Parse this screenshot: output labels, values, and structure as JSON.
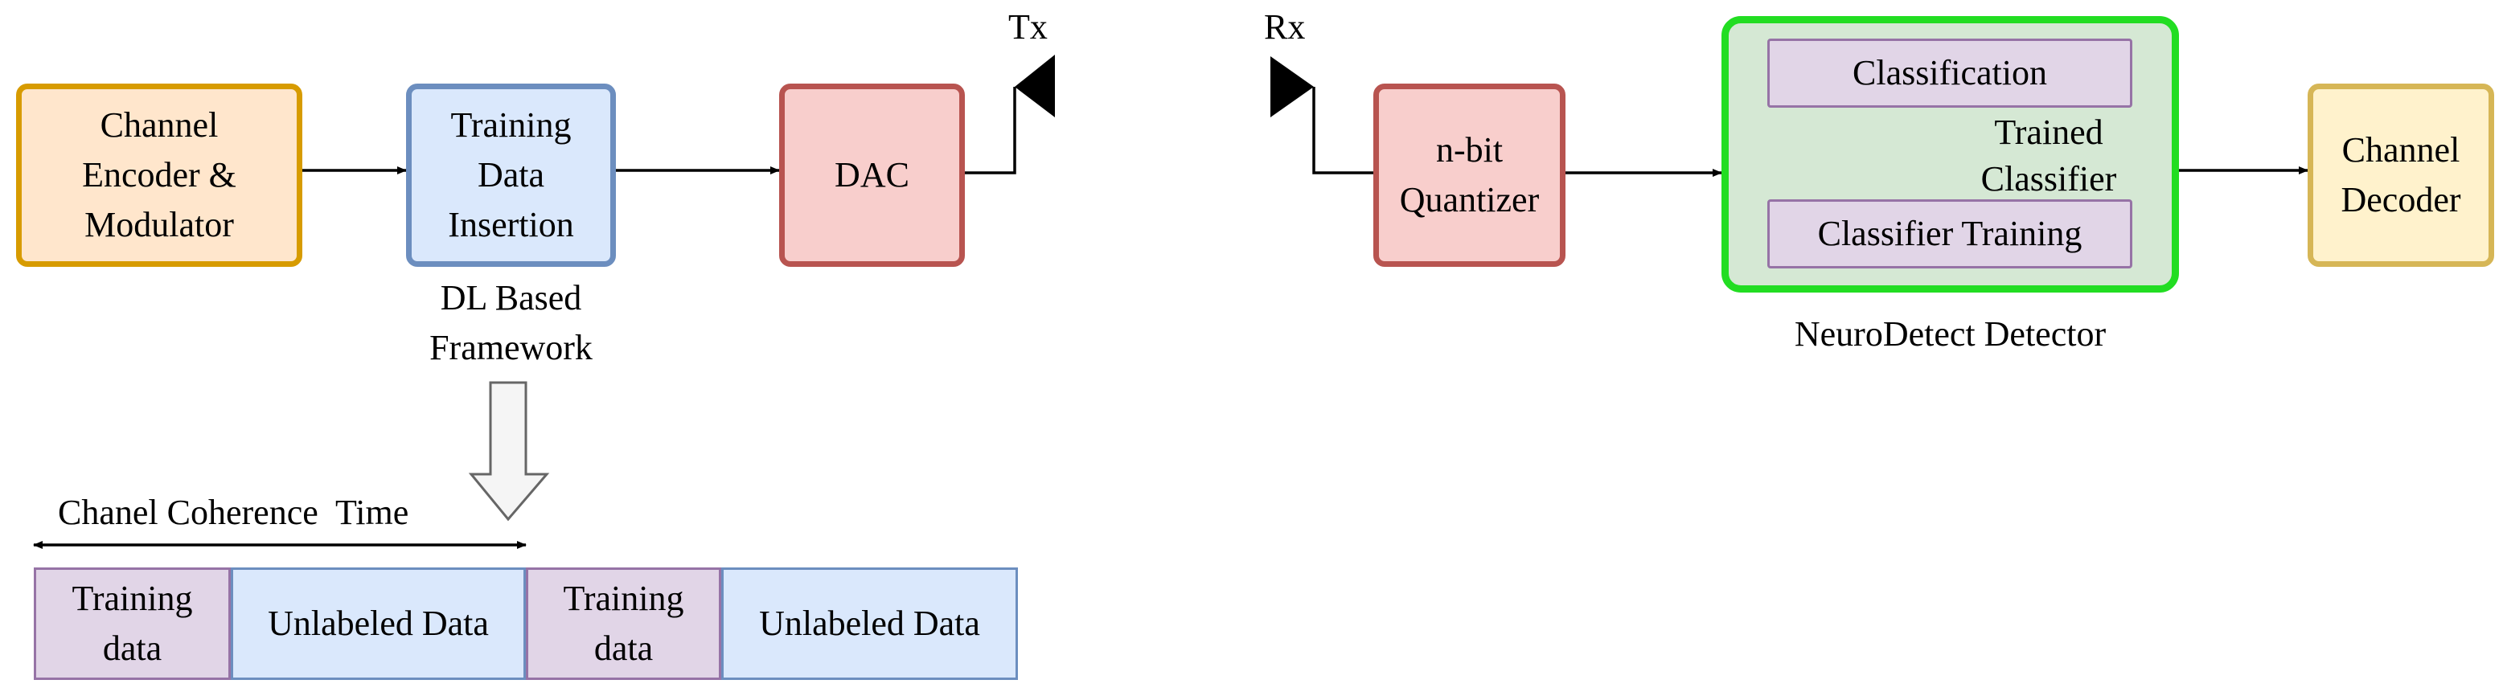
{
  "transmitter": {
    "encoder_label": "Channel\nEncoder &\nModulator",
    "training_insertion_label": "Training\nData\nInsertion",
    "framework_caption": "DL Based\nFramework",
    "dac_label": "DAC",
    "tx_label": "Tx"
  },
  "receiver": {
    "rx_label": "Rx",
    "quantizer_label": "n-bit\nQuantizer",
    "classification_label": "Classification",
    "trained_classifier_label": "Trained\nClassifier",
    "classifier_training_label": "Classifier Training",
    "detector_caption": "NeuroDetect Detector",
    "decoder_label": "Channel\nDecoder"
  },
  "frame": {
    "coherence_label": "Chanel Coherence  Time",
    "segments": [
      {
        "kind": "training",
        "label": "Training\ndata"
      },
      {
        "kind": "unlabeled",
        "label": "Unlabeled Data"
      },
      {
        "kind": "training",
        "label": "Training\ndata"
      },
      {
        "kind": "unlabeled",
        "label": "Unlabeled Data"
      }
    ]
  },
  "colors": {
    "encoder": "#ffe6cc",
    "training": "#dae8fc",
    "dac": "#f8cecc",
    "detector_border": "#22dd22",
    "detector_fill": "#d5e8d4",
    "classifier": "#e1d5e7",
    "decoder": "#fff2cc"
  }
}
